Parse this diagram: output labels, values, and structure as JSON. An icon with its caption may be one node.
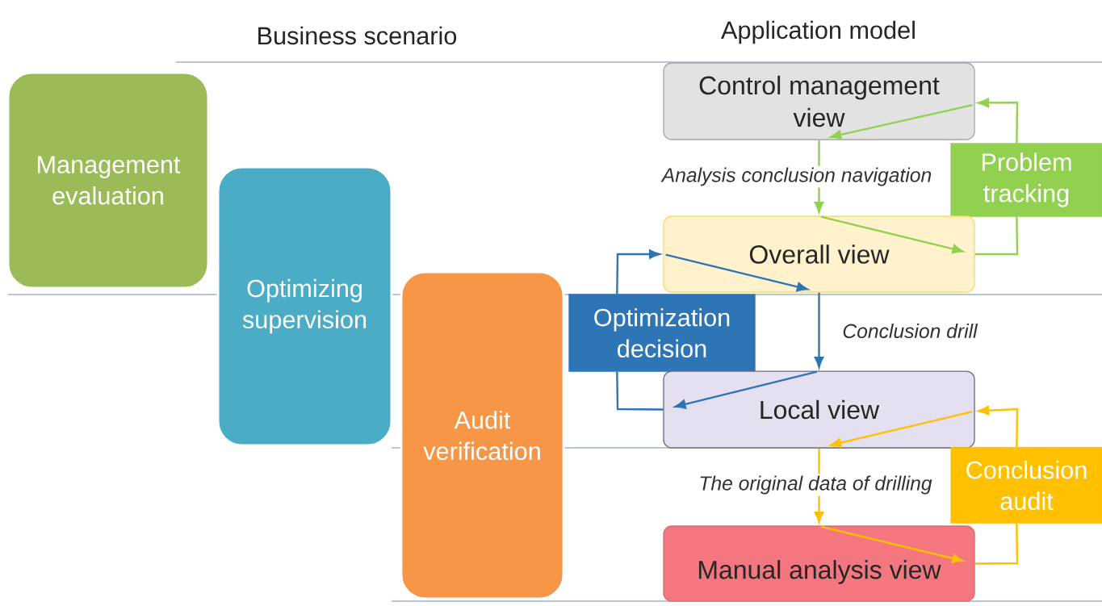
{
  "diagram": {
    "nodes": [
      {
        "text": [
          "Management evaluation"
        ]
      },
      {
        "text": [
          "Optimizing supervision"
        ]
      },
      {
        "text": [
          "Audit verification"
        ]
      },
      {
        "text": [
          "Control management view"
        ]
      },
      {
        "text": [
          "Problem tracking"
        ]
      },
      {
        "text": [
          "Overall view"
        ]
      },
      {
        "text": [
          "Optimization decision"
        ]
      },
      {
        "text": [
          "Local view"
        ]
      },
      {
        "text": [
          "Conclusion audit"
        ]
      },
      {
        "text": [
          "Manual analysis view"
        ]
      }
    ],
    "edges": [
      {
        "from": 3,
        "to": 5,
        "arrow": "to",
        "label": "Analysis conclusion navigation",
        "color": "#92d050"
      },
      {
        "from": 5,
        "to": 4,
        "arrow": "none",
        "color": "#92d050"
      },
      {
        "from": 4,
        "to": 3,
        "arrow": "to",
        "color": "#92d050"
      },
      {
        "from": 6,
        "to": 5,
        "arrow": "to",
        "color": "#2e75b6"
      },
      {
        "from": 5,
        "to": 7,
        "arrow": "to",
        "label": "Conclusion drill",
        "color": "#2e75b6"
      },
      {
        "from": 7,
        "to": 6,
        "arrow": "none",
        "color": "#2e75b6"
      },
      {
        "from": 7,
        "to": 9,
        "arrow": "to",
        "label": "The original data of drilling",
        "color": "#ffc000"
      },
      {
        "from": 9,
        "to": 8,
        "arrow": "none",
        "color": "#ffc000"
      },
      {
        "from": 8,
        "to": 7,
        "arrow": "to",
        "color": "#ffc000"
      }
    ],
    "labels": [
      "Business scenario",
      "Application model"
    ]
  }
}
